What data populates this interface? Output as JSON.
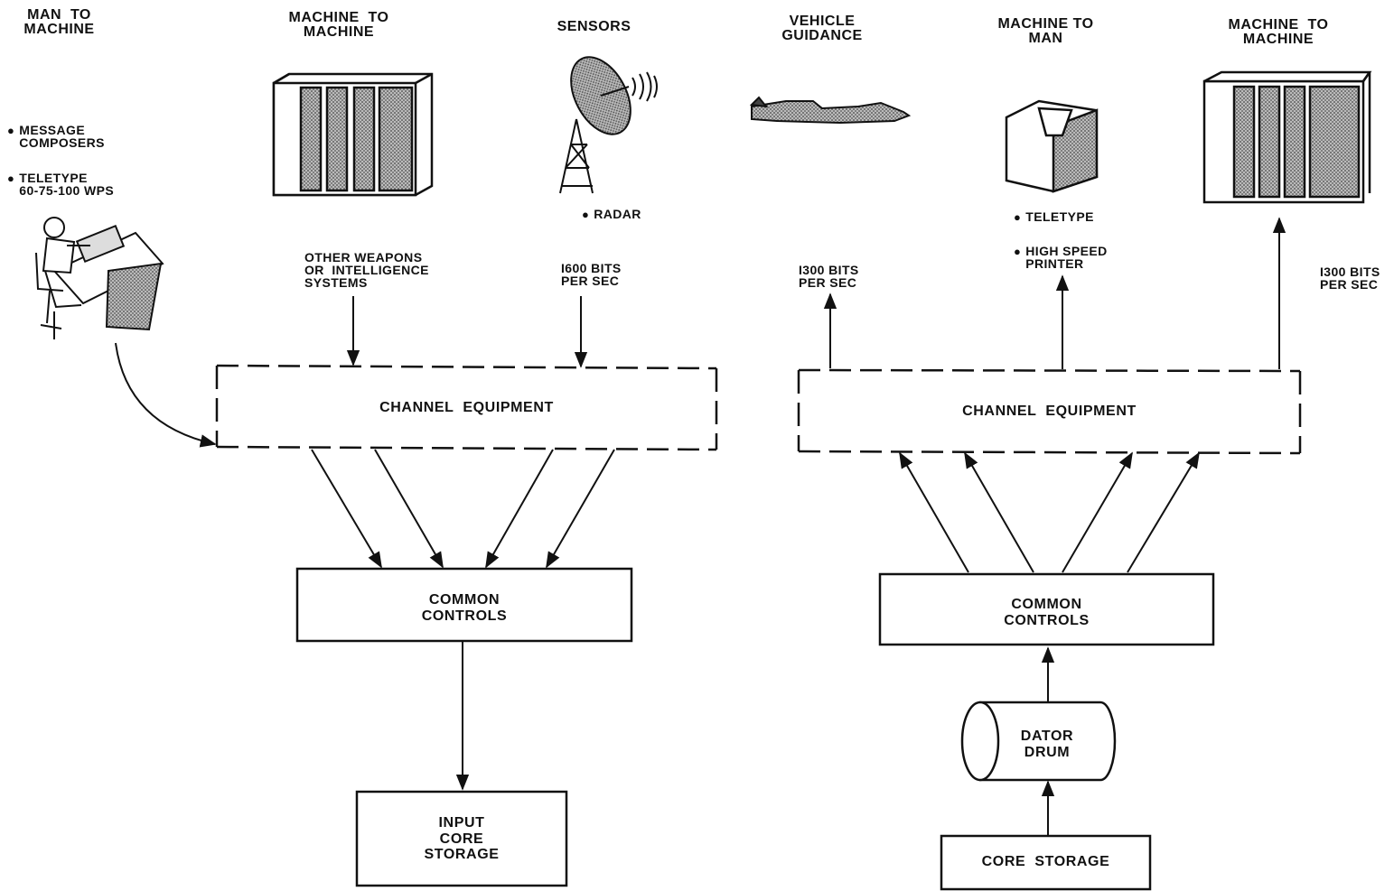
{
  "headers": {
    "man_to_machine": "MAN  TO\nMACHINE",
    "machine_to_machine_1": "MACHINE  TO\nMACHINE",
    "sensors": "SENSORS",
    "vehicle_guidance": "VEHICLE\nGUIDANCE",
    "machine_to_man": "MACHINE TO\nMAN",
    "machine_to_machine_2": "MACHINE  TO\nMACHINE"
  },
  "inputs": {
    "message_composers": "MESSAGE\nCOMPOSERS",
    "teletype_in": "TELETYPE\n60-75-100 WPS",
    "radar": "RADAR",
    "other_weapons": "OTHER WEAPONS\nOR  INTELLIGENCE\nSYSTEMS",
    "rate_1600": "I600 BITS\nPER SEC"
  },
  "outputs": {
    "rate_1300_a": "I300 BITS\nPER SEC",
    "teletype_out": "TELETYPE",
    "high_speed_printer": "HIGH SPEED\nPRINTER",
    "rate_1300_b": "I300 BITS\nPER SEC"
  },
  "blocks": {
    "channel_equipment_left": "CHANNEL  EQUIPMENT",
    "common_controls_left": "COMMON\nCONTROLS",
    "input_core_storage": "INPUT\nCORE\nSTORAGE",
    "channel_equipment_right": "CHANNEL  EQUIPMENT",
    "common_controls_right": "COMMON\nCONTROLS",
    "dator_drum": "DATOR\nDRUM",
    "core_storage": "CORE  STORAGE"
  },
  "icons": [
    "operator-at-console-icon",
    "computer-cabinet-icon",
    "radar-dish-icon",
    "aircraft-icon",
    "teletype-printer-icon",
    "computer-cabinet-icon"
  ]
}
